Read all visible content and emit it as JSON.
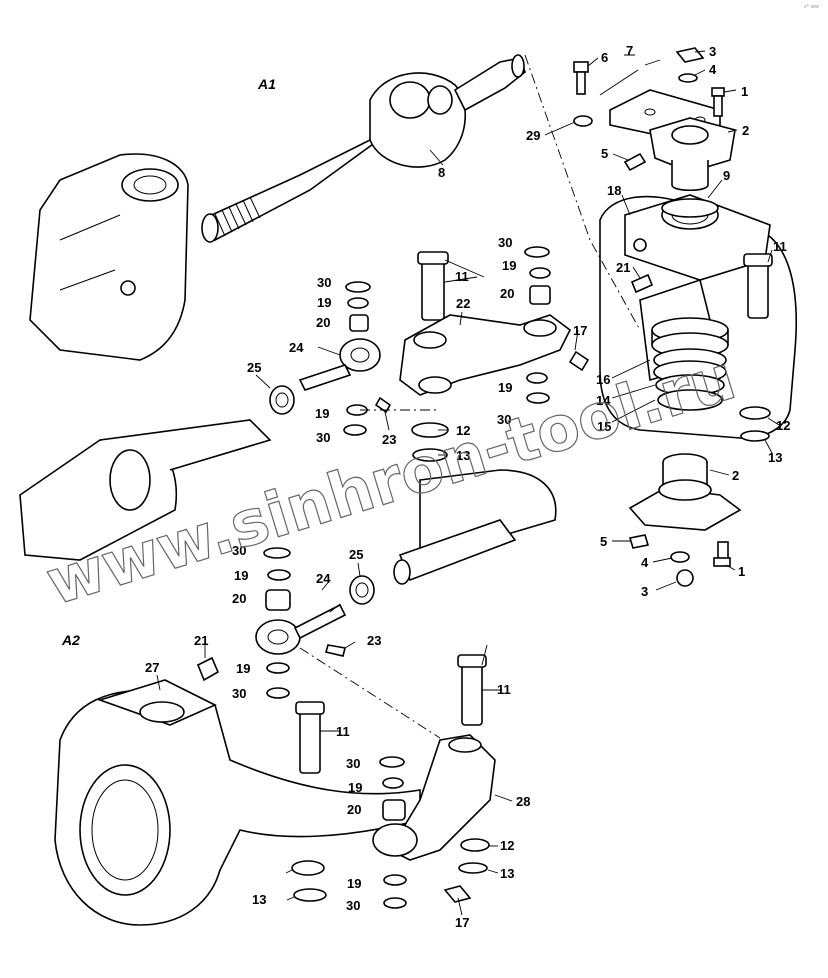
{
  "diagram": {
    "assemblies": [
      {
        "id": "A1",
        "label": "A1"
      },
      {
        "id": "A2",
        "label": "A2"
      }
    ],
    "watermark": "www.sinhron-tool.ru",
    "corner_mark": "s* ww",
    "callouts": [
      {
        "num": "1"
      },
      {
        "num": "1"
      },
      {
        "num": "2"
      },
      {
        "num": "2"
      },
      {
        "num": "3"
      },
      {
        "num": "3"
      },
      {
        "num": "4"
      },
      {
        "num": "4"
      },
      {
        "num": "5"
      },
      {
        "num": "5"
      },
      {
        "num": "6"
      },
      {
        "num": "7"
      },
      {
        "num": "8"
      },
      {
        "num": "9"
      },
      {
        "num": "11"
      },
      {
        "num": "11"
      },
      {
        "num": "11"
      },
      {
        "num": "11"
      },
      {
        "num": "12"
      },
      {
        "num": "12"
      },
      {
        "num": "12"
      },
      {
        "num": "13"
      },
      {
        "num": "13"
      },
      {
        "num": "13"
      },
      {
        "num": "13"
      },
      {
        "num": "14"
      },
      {
        "num": "15"
      },
      {
        "num": "16"
      },
      {
        "num": "17"
      },
      {
        "num": "17"
      },
      {
        "num": "18"
      },
      {
        "num": "19"
      },
      {
        "num": "19"
      },
      {
        "num": "19"
      },
      {
        "num": "19"
      },
      {
        "num": "19"
      },
      {
        "num": "19"
      },
      {
        "num": "19"
      },
      {
        "num": "19"
      },
      {
        "num": "20"
      },
      {
        "num": "20"
      },
      {
        "num": "20"
      },
      {
        "num": "20"
      },
      {
        "num": "21"
      },
      {
        "num": "21"
      },
      {
        "num": "22"
      },
      {
        "num": "23"
      },
      {
        "num": "23"
      },
      {
        "num": "24"
      },
      {
        "num": "24"
      },
      {
        "num": "25"
      },
      {
        "num": "25"
      },
      {
        "num": "27"
      },
      {
        "num": "28"
      },
      {
        "num": "29"
      },
      {
        "num": "30"
      },
      {
        "num": "30"
      },
      {
        "num": "30"
      },
      {
        "num": "30"
      },
      {
        "num": "30"
      },
      {
        "num": "30"
      },
      {
        "num": "30"
      },
      {
        "num": "30"
      }
    ]
  }
}
